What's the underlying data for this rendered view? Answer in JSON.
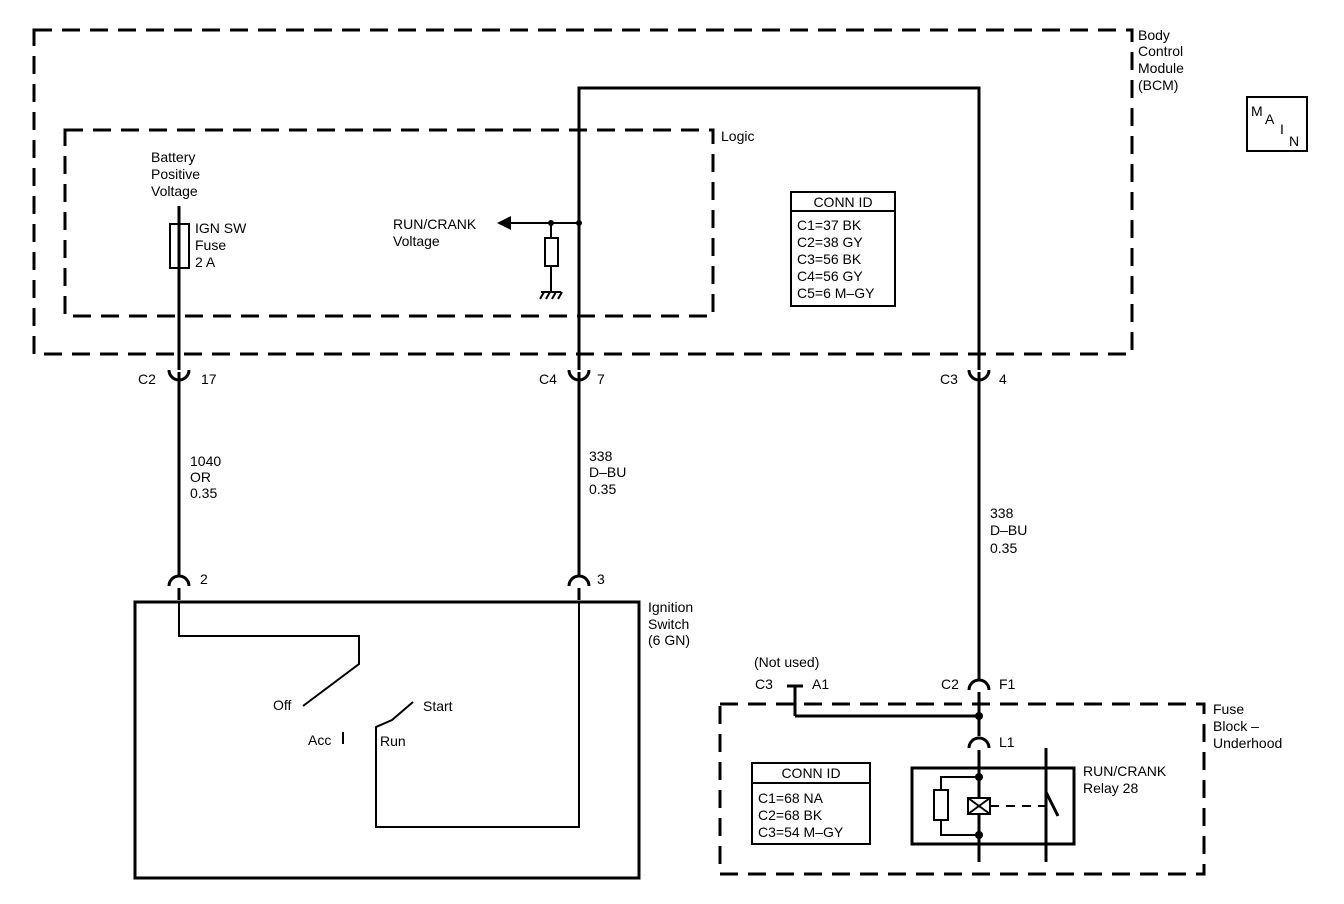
{
  "bcm": {
    "label": [
      "Body",
      "Control",
      "Module",
      "(BCM)"
    ]
  },
  "logic": {
    "label": "Logic"
  },
  "main_badge": {
    "letters": [
      "M",
      "A",
      "I",
      "N"
    ]
  },
  "battery": {
    "label": [
      "Battery",
      "Positive",
      "Voltage"
    ]
  },
  "fuse": {
    "label": [
      "IGN SW",
      "Fuse",
      "2 A"
    ]
  },
  "runcrank": {
    "label": [
      "RUN/CRANK",
      "Voltage"
    ]
  },
  "bcm_conn": {
    "title": "CONN ID",
    "rows": [
      "C1=37 BK",
      "C2=38 GY",
      "C3=56 BK",
      "C4=56 GY",
      "C5=6 M–GY"
    ]
  },
  "connectors": {
    "c2_17": {
      "conn": "C2",
      "pin": "17"
    },
    "c4_7": {
      "conn": "C4",
      "pin": "7"
    },
    "c3_4": {
      "conn": "C3",
      "pin": "4"
    },
    "ign_2": {
      "pin": "2"
    },
    "ign_3": {
      "pin": "3"
    },
    "c2_f1": {
      "conn": "C2",
      "pin": "F1"
    },
    "c3_a1": {
      "conn": "C3",
      "pin": "A1",
      "note": "(Not used)"
    },
    "l1": {
      "pin": "L1"
    }
  },
  "wires": {
    "w1040": [
      "1040",
      "OR",
      "0.35"
    ],
    "w338a": [
      "338",
      "D–BU",
      "0.35"
    ],
    "w338b": [
      "338",
      "D–BU",
      "0.35"
    ]
  },
  "ignition": {
    "label": [
      "Ignition",
      "Switch",
      "(6 GN)"
    ],
    "positions": {
      "off": "Off",
      "acc": "Acc",
      "run": "Run",
      "start": "Start"
    }
  },
  "fuseblock": {
    "label": [
      "Fuse",
      "Block –",
      "Underhood"
    ]
  },
  "relay": {
    "label": [
      "RUN/CRANK",
      "Relay 28"
    ]
  },
  "fb_conn": {
    "title": "CONN ID",
    "rows": [
      "C1=68 NA",
      "C2=68 BK",
      "C3=54 M–GY"
    ]
  }
}
